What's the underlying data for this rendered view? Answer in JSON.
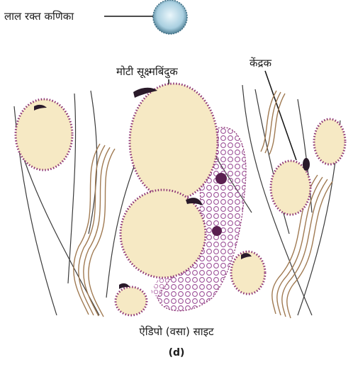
{
  "labels": {
    "rbc": "लाल रक्त कणिका",
    "droplet": "मोटी सूक्ष्मबिंदुक",
    "nucleus": "केंद्रक",
    "caption": "ऐडिपो (वसा) साइट",
    "subfigure": "(d)"
  },
  "colors": {
    "fat_cell_fill": "#f6e9c4",
    "membrane_dots": "#8a2f73",
    "fiber_brown": "#a07a52",
    "fiber_dark": "#3a3a3a",
    "network_purple": "#9b4f97",
    "rbc_blue": "#a9cfe0"
  }
}
